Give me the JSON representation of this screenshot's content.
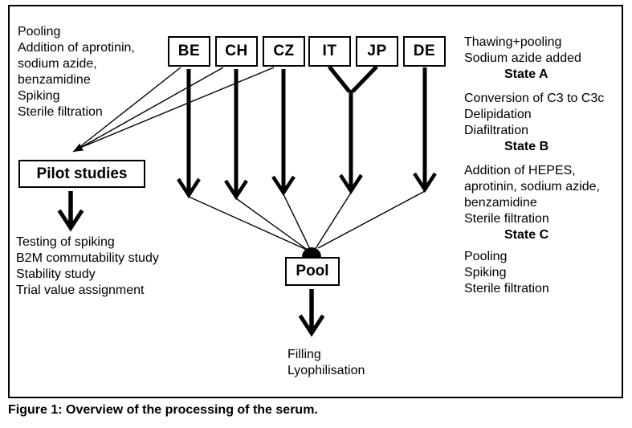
{
  "colors": {
    "ink": "#000000",
    "paper": "#ffffff"
  },
  "caption": "Figure 1: Overview of the processing of the serum.",
  "diagram": {
    "top_left_notes": [
      "Pooling",
      "Addition of aprotinin,",
      "sodium azide,",
      "benzamidine",
      "Spiking",
      "Sterile filtration"
    ],
    "countries": [
      "BE",
      "CH",
      "CZ",
      "IT",
      "JP",
      "DE"
    ],
    "pilot_label": "Pilot studies",
    "pilot_outputs": [
      "Testing of spiking",
      "B2M commutability study",
      "Stability study",
      "Trial value assignment"
    ],
    "pool_label": "Pool",
    "pool_outputs": [
      "Filling",
      "Lyophilisation"
    ],
    "right_notes": [
      {
        "lines": [
          "Thawing+pooling",
          "Sodium azide added"
        ],
        "state": "State A"
      },
      {
        "lines": [
          "Conversion of C3 to C3c",
          "Delipidation",
          "Diafiltration"
        ],
        "state": "State B"
      },
      {
        "lines": [
          "Addition of HEPES,",
          "aprotinin, sodium azide,",
          "benzamidine",
          "Sterile filtration"
        ],
        "state": "State C"
      },
      {
        "lines": [
          "Pooling",
          "Spiking",
          "Sterile filtration"
        ],
        "state": ""
      }
    ]
  }
}
